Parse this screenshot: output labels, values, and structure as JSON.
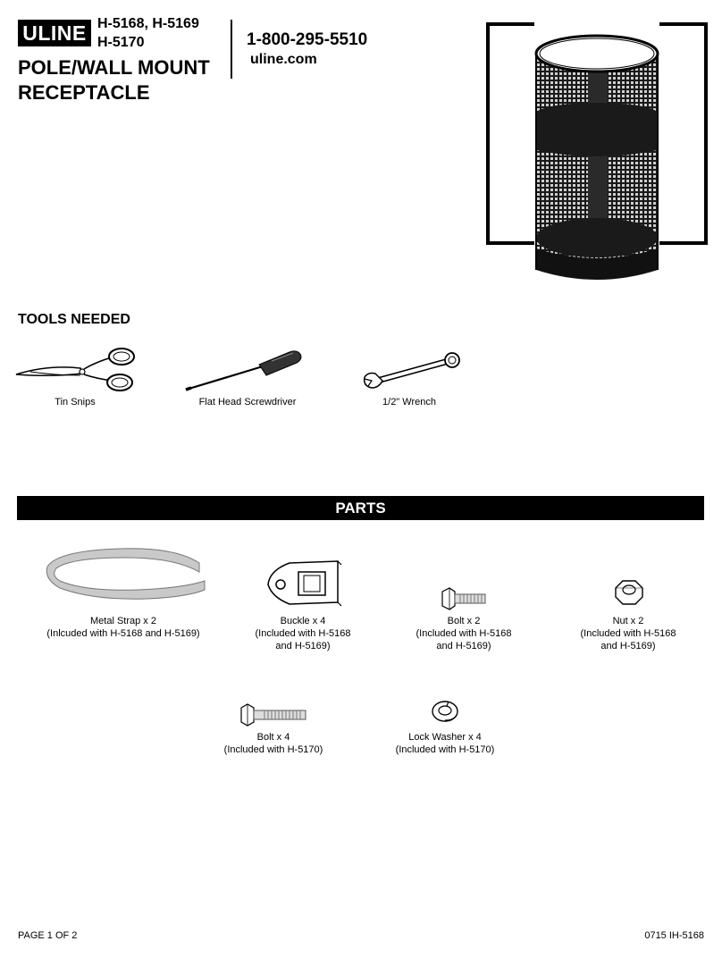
{
  "header": {
    "logo": "ULINE",
    "models_line1": "H-5168, H-5169",
    "models_line2": "H-5170",
    "title_line1": "POLE/WALL MOUNT",
    "title_line2": "RECEPTACLE",
    "phone": "1-800-295-5510",
    "website": "uline.com"
  },
  "tools": {
    "heading": "TOOLS NEEDED",
    "items": [
      {
        "label": "Tin Snips",
        "icon": "tin-snips-icon"
      },
      {
        "label": "Flat Head Screwdriver",
        "icon": "screwdriver-icon"
      },
      {
        "label": "1/2\" Wrench",
        "icon": "wrench-icon"
      }
    ]
  },
  "parts": {
    "heading": "PARTS",
    "items": [
      {
        "line1": "Metal Strap x 2",
        "line2": "(Inlcuded with H-5168 and H-5169)",
        "line3": ""
      },
      {
        "line1": "Buckle x 4",
        "line2": "(Included with H-5168",
        "line3": "and H-5169)"
      },
      {
        "line1": "Bolt x 2",
        "line2": "(Included with H-5168",
        "line3": "and H-5169)"
      },
      {
        "line1": "Nut x 2",
        "line2": "(Included with H-5168",
        "line3": "and H-5169)"
      },
      {
        "line1": "Bolt x 4",
        "line2": "(Included with H-5170)",
        "line3": ""
      },
      {
        "line1": "Lock Washer x 4",
        "line2": "(Included with H-5170)",
        "line3": ""
      }
    ]
  },
  "footer": {
    "page": "PAGE 1 OF 2",
    "doc_code": "0715 IH-5168"
  }
}
